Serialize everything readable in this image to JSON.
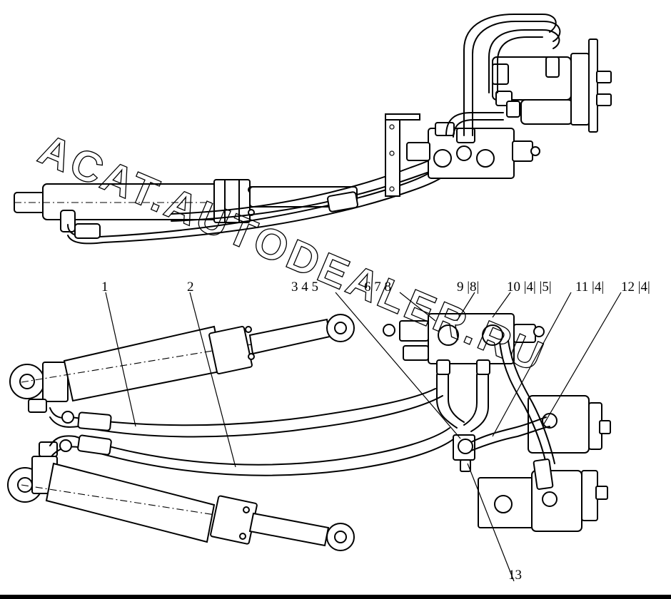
{
  "watermark": "ACAT.AUTODEALER.RU",
  "callouts": {
    "c1": "1",
    "c2": "2",
    "c3": "3 4 5",
    "c6": "6 7 8",
    "c9": "9 |8|",
    "c10": "10 |4| |5|",
    "c11": "11 |4|",
    "c12": "12 |4|",
    "c13": "13"
  }
}
